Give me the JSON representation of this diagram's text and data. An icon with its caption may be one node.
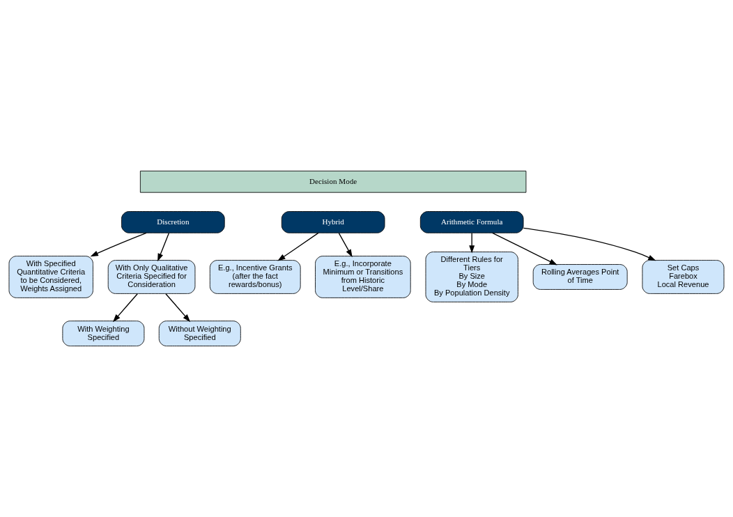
{
  "diagram": {
    "nodes": [
      {
        "text": [
          "Decision Mode"
        ]
      },
      {
        "text": [
          "Discretion"
        ]
      },
      {
        "text": [
          "Hybrid"
        ]
      },
      {
        "text": [
          "Arithmetic Formula"
        ]
      },
      {
        "text": [
          "With Specified Quantitative Criteria to be Considered, Weights Assigned"
        ]
      },
      {
        "text": [
          "With Only Qualitative Criteria Specified for Consideration"
        ]
      },
      {
        "text": [
          "With Weighting Specified"
        ]
      },
      {
        "text": [
          "Without Weighting Specified"
        ]
      },
      {
        "text": [
          "E.g., Incentive Grants (after the fact rewards/bonus)"
        ]
      },
      {
        "text": [
          "E.g., Incorporate Minimum or Transitions from Historic Level/Share"
        ]
      },
      {
        "text": [
          "Different Rules for Tiers",
          "By Size",
          "By Mode",
          "By Population Density"
        ]
      },
      {
        "text": [
          "Rolling Averages Point of Time"
        ]
      },
      {
        "text": [
          "Set Caps",
          "Farebox",
          "Local Revenue"
        ]
      }
    ],
    "edges": [
      {
        "from": 1,
        "to": 4,
        "arrow": "to"
      },
      {
        "from": 1,
        "to": 5,
        "arrow": "to"
      },
      {
        "from": 5,
        "to": 6,
        "arrow": "to"
      },
      {
        "from": 5,
        "to": 7,
        "arrow": "to"
      },
      {
        "from": 2,
        "to": 8,
        "arrow": "to"
      },
      {
        "from": 2,
        "to": 9,
        "arrow": "to"
      },
      {
        "from": 3,
        "to": 10,
        "arrow": "to"
      },
      {
        "from": 3,
        "to": 11,
        "arrow": "to"
      },
      {
        "from": 3,
        "to": 12,
        "arrow": "to"
      }
    ]
  }
}
